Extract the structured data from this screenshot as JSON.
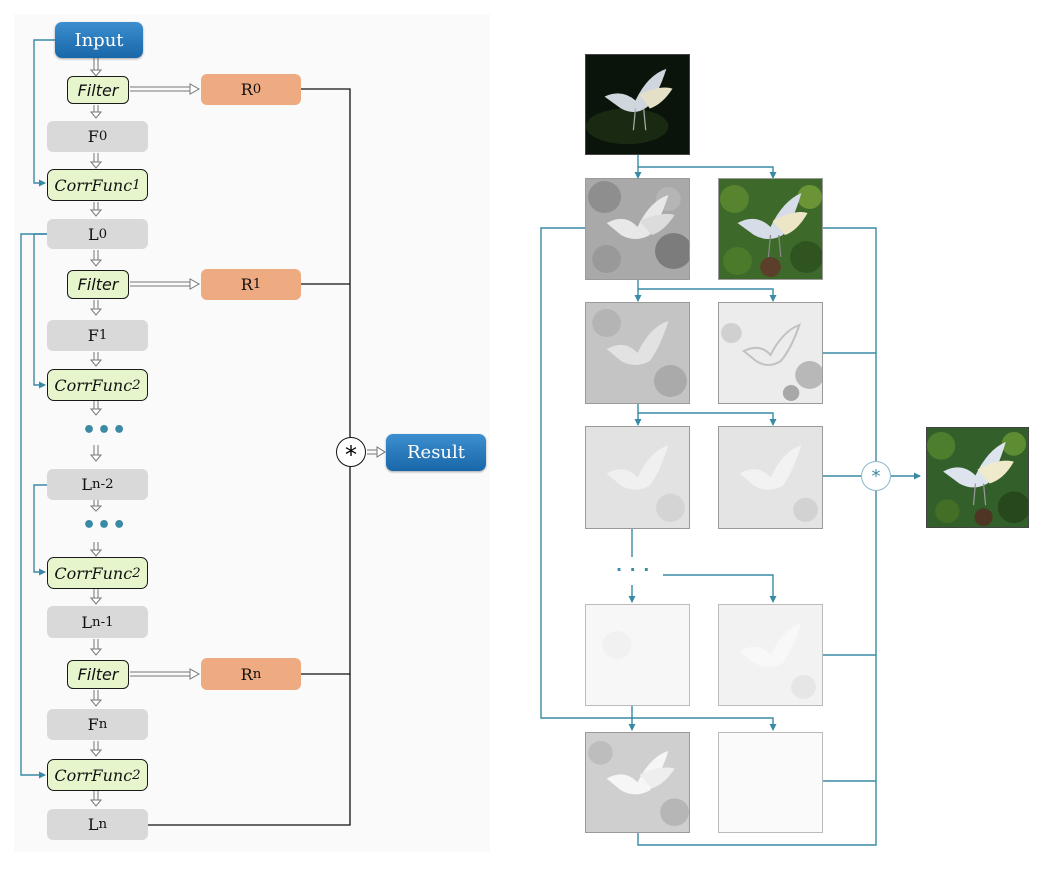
{
  "left_diagram": {
    "input_label": "Input",
    "filter_label": "Filter",
    "corrfunc_1": {
      "base": "CorrFunc",
      "sub": "1"
    },
    "corrfunc_2": {
      "base": "CorrFunc",
      "sub": "2"
    },
    "f0": {
      "base": "F",
      "sub": "0"
    },
    "f1": {
      "base": "F",
      "sub": "1"
    },
    "fn": {
      "base": "F",
      "sub": "n"
    },
    "l0": {
      "base": "L",
      "sub": "0"
    },
    "ln2": {
      "base": "L",
      "sub": "n-2"
    },
    "ln1": {
      "base": "L",
      "sub": "n-1"
    },
    "ln": {
      "base": "L",
      "sub": "n"
    },
    "r0": {
      "base": "R",
      "sub": "0"
    },
    "r1": {
      "base": "R",
      "sub": "1"
    },
    "rn": {
      "base": "R",
      "sub": "n"
    },
    "ellipsis": "•••",
    "combine_symbol": "*",
    "result_label": "Result"
  },
  "right_diagram": {
    "combine_symbol": "*",
    "ellipsis": "·  ·  ·"
  },
  "colors": {
    "blue_box": "#1f6fb2",
    "green_box": "#e6f5cc",
    "gray_box": "#d9d9d9",
    "salmon_box": "#eeaa80",
    "link_teal": "#3a8aa6"
  }
}
